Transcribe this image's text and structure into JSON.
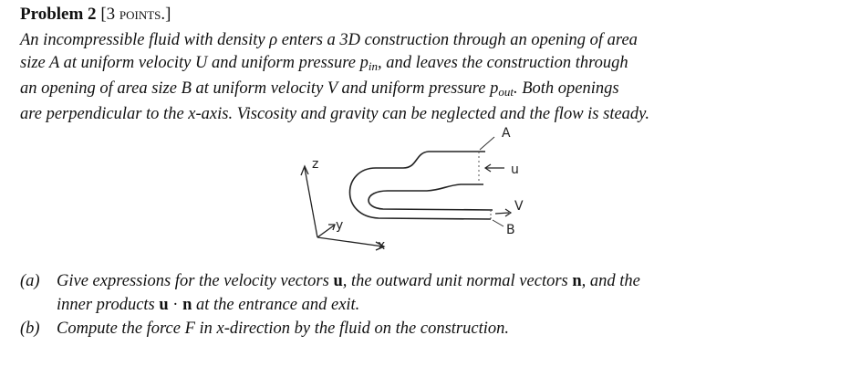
{
  "problem": {
    "heading": "Problem 2",
    "points": "[3 points.]"
  },
  "statement": {
    "l1_a": "An incompressible fluid with density ",
    "rho": "ρ",
    "l1_b": " enters a 3D construction through an opening of area",
    "l2_a": "size ",
    "A": "A",
    "l2_b": " at uniform velocity ",
    "U": "U",
    "l2_c": " and uniform pressure ",
    "p_in": "p",
    "p_in_sub": "in",
    "l2_d": ", and leaves the construction through",
    "l3_a": "an opening of area size ",
    "B": "B",
    "l3_b": " at uniform velocity ",
    "V": "V",
    "l3_c": " and uniform pressure ",
    "p_out": "p",
    "p_out_sub": "out",
    "l3_d": ". Both openings",
    "l4": "are perpendicular to the x-axis. Viscosity and gravity can be neglected and the flow is steady."
  },
  "figure": {
    "label_A": "A",
    "label_u": "u",
    "label_V": "V",
    "label_B": "B",
    "axis_z": "z",
    "axis_y": "y",
    "axis_x": "x"
  },
  "parts": [
    {
      "label": "(a)",
      "t1": "Give expressions for the velocity vectors ",
      "u": "u",
      "t2": ", the outward unit normal vectors ",
      "n": "n",
      "t3": ", and the",
      "t4": "inner products ",
      "u2": "u",
      "dot": " · ",
      "n2": "n",
      "t5": " at the entrance and exit."
    },
    {
      "label": "(b)",
      "text": "Compute the force F in x-direction by the fluid on the construction."
    }
  ]
}
